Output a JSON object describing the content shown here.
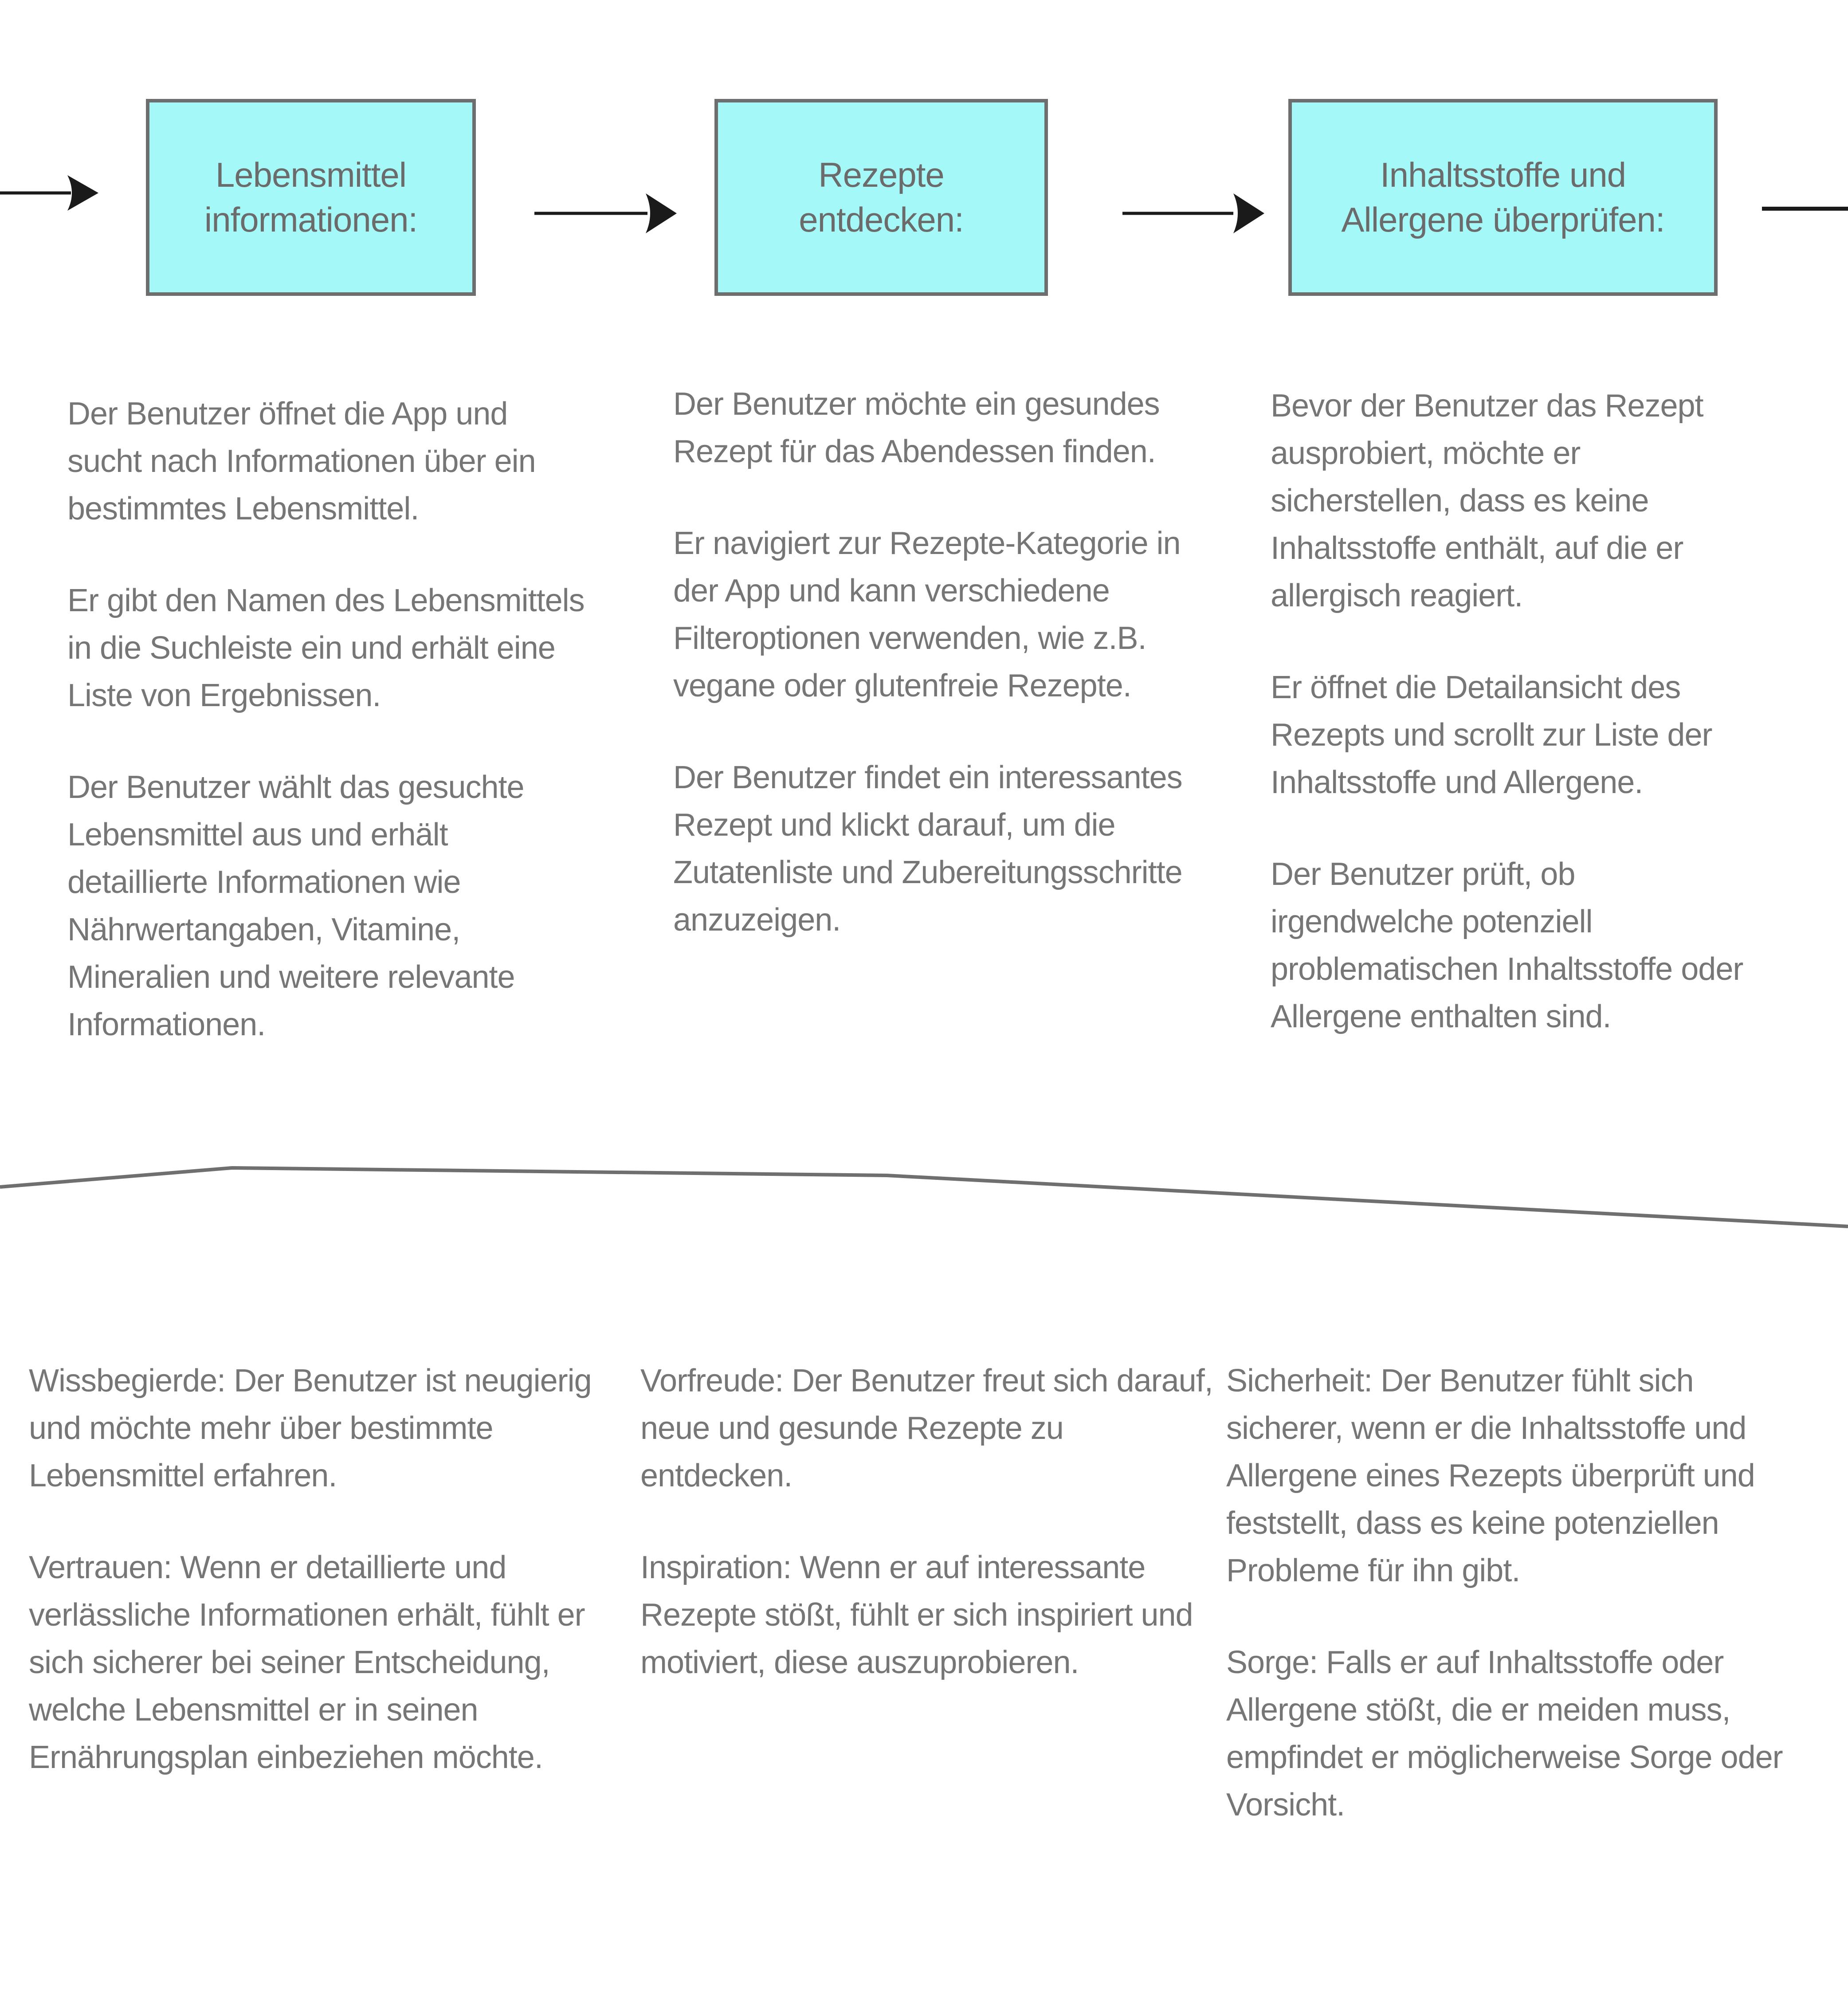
{
  "page": {
    "background": "#ffffff",
    "type_label": "user-journey-flow-diagram"
  },
  "colors": {
    "box_fill": "#A5F8F8",
    "box_border": "#6E6E6E",
    "box_text": "#6B6B6B",
    "body_text": "#767676",
    "arrow": "#1A1A1A",
    "divider": "#6F6F6F"
  },
  "flow": {
    "steps": [
      {
        "title_line1": "Lebensmittel",
        "title_line2": "informationen:",
        "paragraphs": [
          "Der Benutzer öffnet die App und sucht nach Informationen über ein bestimmtes Lebensmittel.",
          "Er gibt den Namen des Lebensmittels in die Suchleiste ein und erhält eine Liste von Ergebnissen.",
          "Der Benutzer wählt das gesuchte Lebensmittel aus und erhält detaillierte Informationen wie Nährwertangaben, Vitamine, Mineralien und weitere relevante Informationen."
        ],
        "emotions": [
          "Wissbegierde: Der Benutzer ist neugierig und möchte mehr über bestimmte Lebensmittel erfahren.",
          "Vertrauen: Wenn er detaillierte und verlässliche Informationen erhält, fühlt er sich sicherer bei seiner Entscheidung, welche Lebensmittel er in seinen Ernährungsplan einbeziehen möchte."
        ]
      },
      {
        "title_line1": "Rezepte",
        "title_line2": "entdecken:",
        "paragraphs": [
          "Der Benutzer möchte ein gesundes Rezept für das Abendessen finden.",
          "Er navigiert zur Rezepte-Kategorie in der App und kann verschiedene Filteroptionen verwenden, wie z.B. vegane oder glutenfreie Rezepte.",
          "Der Benutzer findet ein interessantes Rezept und klickt darauf, um die Zutatenliste und Zubereitungsschritte anzuzeigen."
        ],
        "emotions": [
          "Vorfreude: Der Benutzer freut sich darauf, neue und gesunde Rezepte zu entdecken.",
          "Inspiration: Wenn er auf interessante Rezepte stößt, fühlt er sich inspiriert und motiviert, diese auszuprobieren."
        ]
      },
      {
        "title_line1": "Inhaltsstoffe und",
        "title_line2": "Allergene überprüfen:",
        "paragraphs": [
          "Bevor der Benutzer das Rezept ausprobiert, möchte er sicherstellen, dass es keine Inhaltsstoffe enthält, auf die er allergisch reagiert.",
          "Er öffnet die Detailansicht des Rezepts und scrollt zur Liste der Inhaltsstoffe und Allergene.",
          "Der Benutzer prüft, ob irgendwelche potenziell problematischen Inhaltsstoffe oder Allergene enthalten sind."
        ],
        "emotions": [
          "Sicherheit: Der Benutzer fühlt sich sicherer, wenn er die Inhaltsstoffe und Allergene eines Rezepts überprüft und feststellt, dass es keine potenziellen Probleme für ihn gibt.",
          "Sorge: Falls er auf Inhaltsstoffe oder Allergene stößt, die er meiden muss, empfindet er möglicherweise Sorge oder Vorsicht."
        ]
      }
    ]
  }
}
